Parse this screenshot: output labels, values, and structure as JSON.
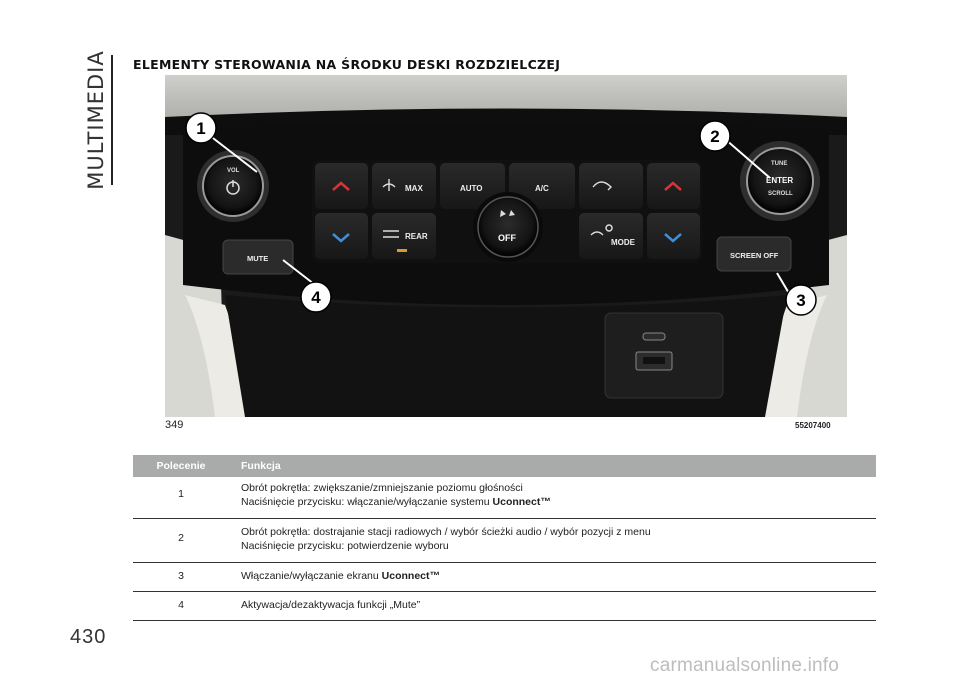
{
  "side_tab": "MULTIMEDIA",
  "page_number": "430",
  "section_title": "ELEMENTY STEROWANIA NA ŚRODKU DESKI ROZDZIELCZEJ",
  "figure": {
    "number": "349",
    "code": "55207400",
    "callouts": [
      "1",
      "2",
      "3",
      "4"
    ],
    "panel_labels": {
      "vol": "VOL",
      "max": "MAX",
      "auto": "AUTO",
      "ac": "A/C",
      "rear": "REAR",
      "off": "OFF",
      "mode": "MODE",
      "tune": "TUNE",
      "enter": "ENTER",
      "scroll": "SCROLL",
      "mute": "MUTE",
      "screen_off": "SCREEN OFF"
    }
  },
  "table": {
    "headers": [
      "Polecenie",
      "Funkcja"
    ],
    "rows": [
      {
        "cmd": "1",
        "line1": "Obrót pokrętła: zwiększanie/zmniejszanie poziomu głośności",
        "line2": "Naciśnięcie przycisku: włączanie/wyłączanie systemu ",
        "line2_brand": "Uconnect™"
      },
      {
        "cmd": "2",
        "line1": "Obrót pokrętła: dostrajanie stacji radiowych / wybór ścieżki audio / wybór pozycji z menu",
        "line2": "Naciśnięcie przycisku: potwierdzenie wyboru"
      },
      {
        "cmd": "3",
        "line1": "Włączanie/wyłączanie ekranu ",
        "line1_brand": "Uconnect™"
      },
      {
        "cmd": "4",
        "line1": "Aktywacja/dezaktywacja funkcji „Mute”"
      }
    ]
  },
  "watermark": "carmanualsonline.info"
}
